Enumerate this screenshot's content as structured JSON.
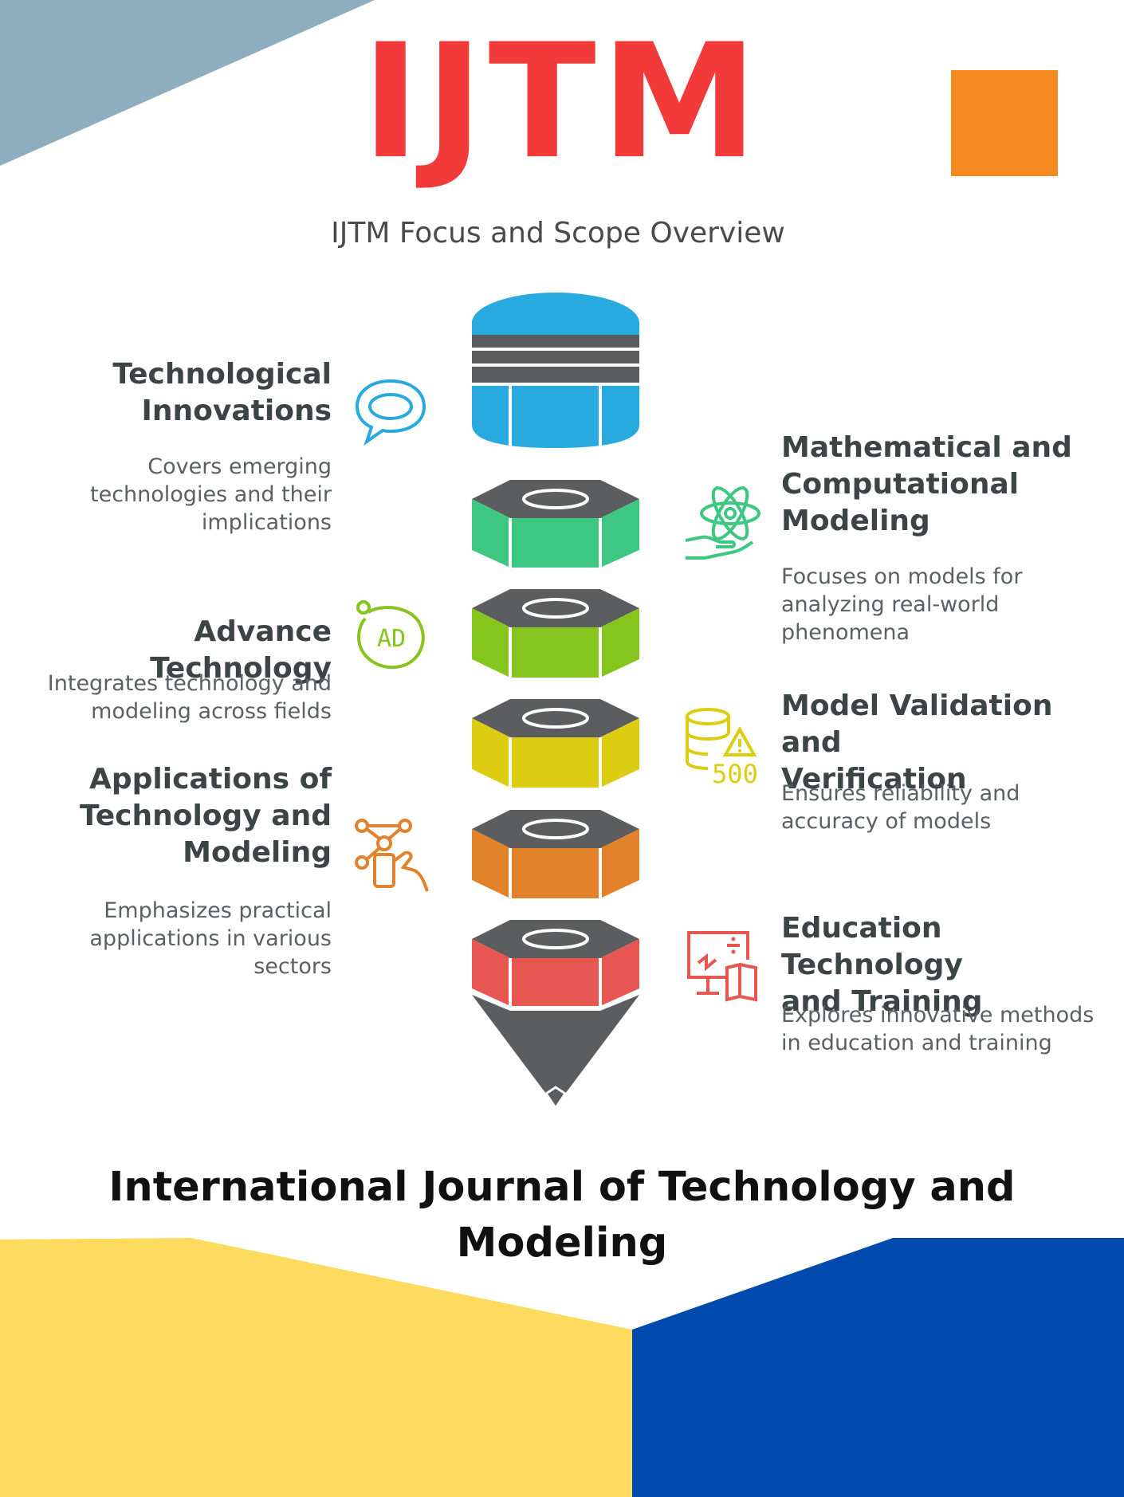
{
  "header": {
    "logo_text": "IJTM",
    "overview_title": "IJTM Focus and Scope Overview"
  },
  "footer": {
    "journal_name": "International Journal of Technology and Modeling"
  },
  "colors": {
    "logo_red": "#f23a3b",
    "orange_square": "#f58a1f",
    "top_left_triangle": "#8eadbf",
    "bottom_yellow": "#fedb5e",
    "bottom_blue": "#004aad",
    "layer_blue": "#29aadf",
    "layer_green": "#3dc780",
    "layer_lime": "#86c41e",
    "layer_yellow": "#dccd12",
    "layer_orange": "#e2822a",
    "layer_red": "#e85651",
    "layer_gray": "#5c5d5e"
  },
  "items": [
    {
      "title_lines": [
        "Technological",
        "Innovations"
      ],
      "description_lines": [
        "Covers emerging",
        "technologies and their",
        "implications"
      ],
      "icon": "speech-bubble-icon",
      "color": "#29aadf"
    },
    {
      "title_lines": [
        "Mathematical and",
        "Computational",
        "Modeling"
      ],
      "description_lines": [
        "Focuses on models for",
        "analyzing real-world",
        "phenomena"
      ],
      "icon": "atom-hand-icon",
      "color": "#3dc780"
    },
    {
      "title_lines": [
        "Advance Technology"
      ],
      "description_lines": [
        "Integrates technology and",
        "modeling across fields"
      ],
      "icon": "ad-badge-icon",
      "badge_text": "AD",
      "color": "#86c41e"
    },
    {
      "title_lines": [
        "Model Validation and",
        "Verification"
      ],
      "description_lines": [
        "Ensures reliability and",
        "accuracy of models"
      ],
      "icon": "database-warning-icon",
      "badge_text": "500",
      "color": "#dccd12"
    },
    {
      "title_lines": [
        "Applications of",
        "Technology and",
        "Modeling"
      ],
      "description_lines": [
        "Emphasizes practical",
        "applications in various",
        "sectors"
      ],
      "icon": "network-hand-icon",
      "color": "#e2822a"
    },
    {
      "title_lines": [
        "Education Technology",
        "and Training"
      ],
      "description_lines": [
        "Explores innovative methods",
        "in education and training"
      ],
      "icon": "board-book-icon",
      "color": "#e85651"
    }
  ]
}
